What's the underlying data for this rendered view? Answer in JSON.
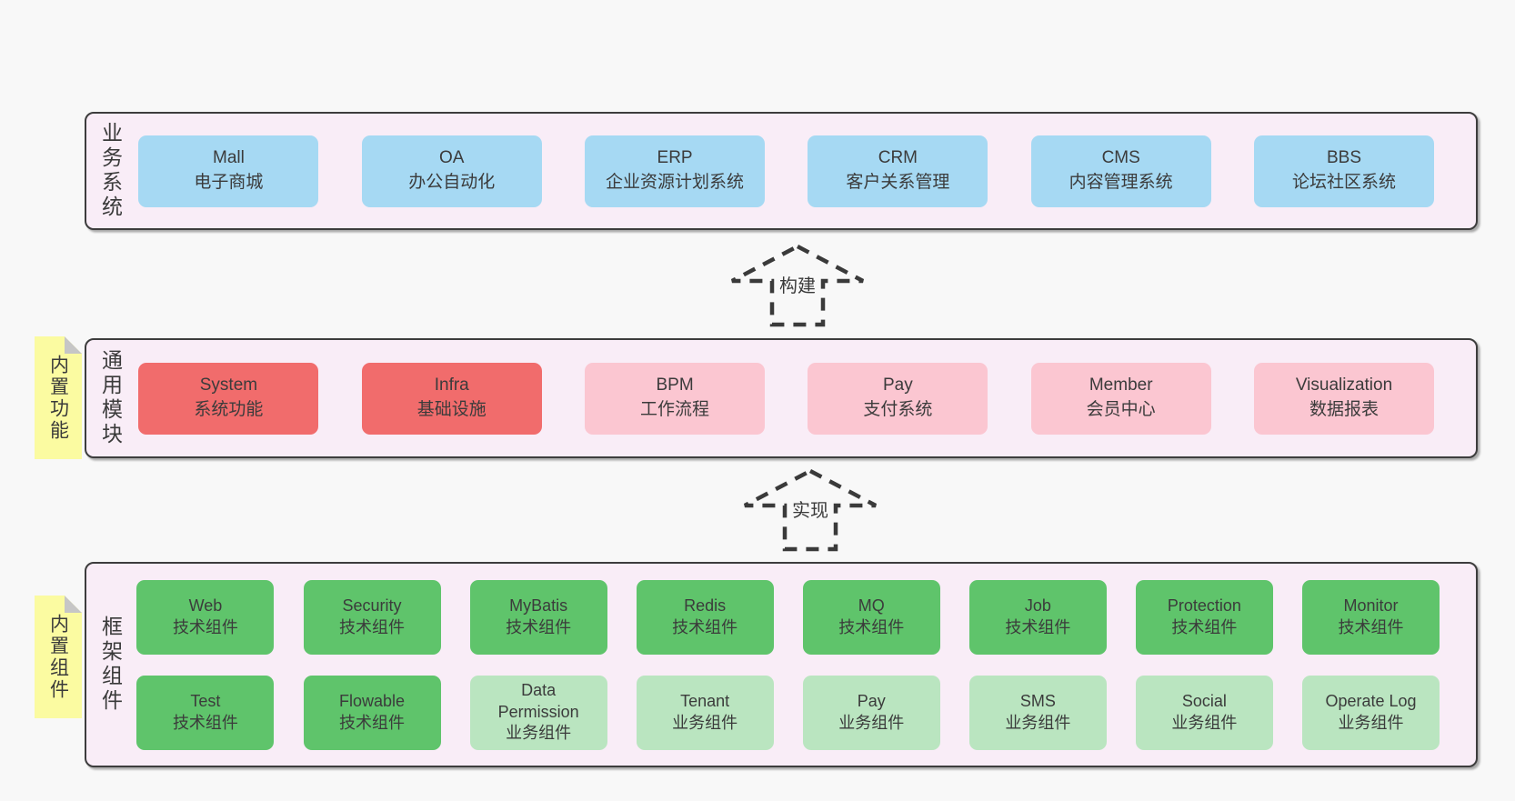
{
  "diagram": {
    "bands": {
      "business": {
        "label": "业务系统",
        "boxes": [
          {
            "en": "Mall",
            "zh": "电子商城"
          },
          {
            "en": "OA",
            "zh": "办公自动化"
          },
          {
            "en": "ERP",
            "zh": "企业资源计划系统"
          },
          {
            "en": "CRM",
            "zh": "客户关系管理"
          },
          {
            "en": "CMS",
            "zh": "内容管理系统"
          },
          {
            "en": "BBS",
            "zh": "论坛社区系统"
          }
        ]
      },
      "modules": {
        "label": "通用模块",
        "sticky": "内置功能",
        "boxes": [
          {
            "en": "System",
            "zh": "系统功能"
          },
          {
            "en": "Infra",
            "zh": "基础设施"
          },
          {
            "en": "BPM",
            "zh": "工作流程"
          },
          {
            "en": "Pay",
            "zh": "支付系统"
          },
          {
            "en": "Member",
            "zh": "会员中心"
          },
          {
            "en": "Visualization",
            "zh": "数据报表"
          }
        ]
      },
      "components": {
        "label": "框架组件",
        "sticky": "内置组件",
        "row1": [
          {
            "en": "Web",
            "zh": "技术组件"
          },
          {
            "en": "Security",
            "zh": "技术组件"
          },
          {
            "en": "MyBatis",
            "zh": "技术组件"
          },
          {
            "en": "Redis",
            "zh": "技术组件"
          },
          {
            "en": "MQ",
            "zh": "技术组件"
          },
          {
            "en": "Job",
            "zh": "技术组件"
          },
          {
            "en": "Protection",
            "zh": "技术组件"
          },
          {
            "en": "Monitor",
            "zh": "技术组件"
          }
        ],
        "row2": [
          {
            "en": "Test",
            "zh": "技术组件"
          },
          {
            "en": "Flowable",
            "zh": "技术组件"
          },
          {
            "en": "Data Permission",
            "zh": "业务组件"
          },
          {
            "en": "Tenant",
            "zh": "业务组件"
          },
          {
            "en": "Pay",
            "zh": "业务组件"
          },
          {
            "en": "SMS",
            "zh": "业务组件"
          },
          {
            "en": "Social",
            "zh": "业务组件"
          },
          {
            "en": "Operate Log",
            "zh": "业务组件"
          }
        ]
      }
    },
    "arrows": [
      {
        "label": "构建"
      },
      {
        "label": "实现"
      }
    ],
    "colors": {
      "page_bg": "#f8f8f8",
      "band_fill": "#f9edf7",
      "band_border": "#3d3d3d",
      "business_box": "#a6d9f3",
      "core_module_box": "#f16c6c",
      "module_box": "#fbc6d1",
      "tech_component_box": "#5fc46b",
      "biz_component_box": "#bae5c0",
      "sticky_note": "#fbfba1",
      "sticky_fold": "#c6c6c6"
    }
  }
}
